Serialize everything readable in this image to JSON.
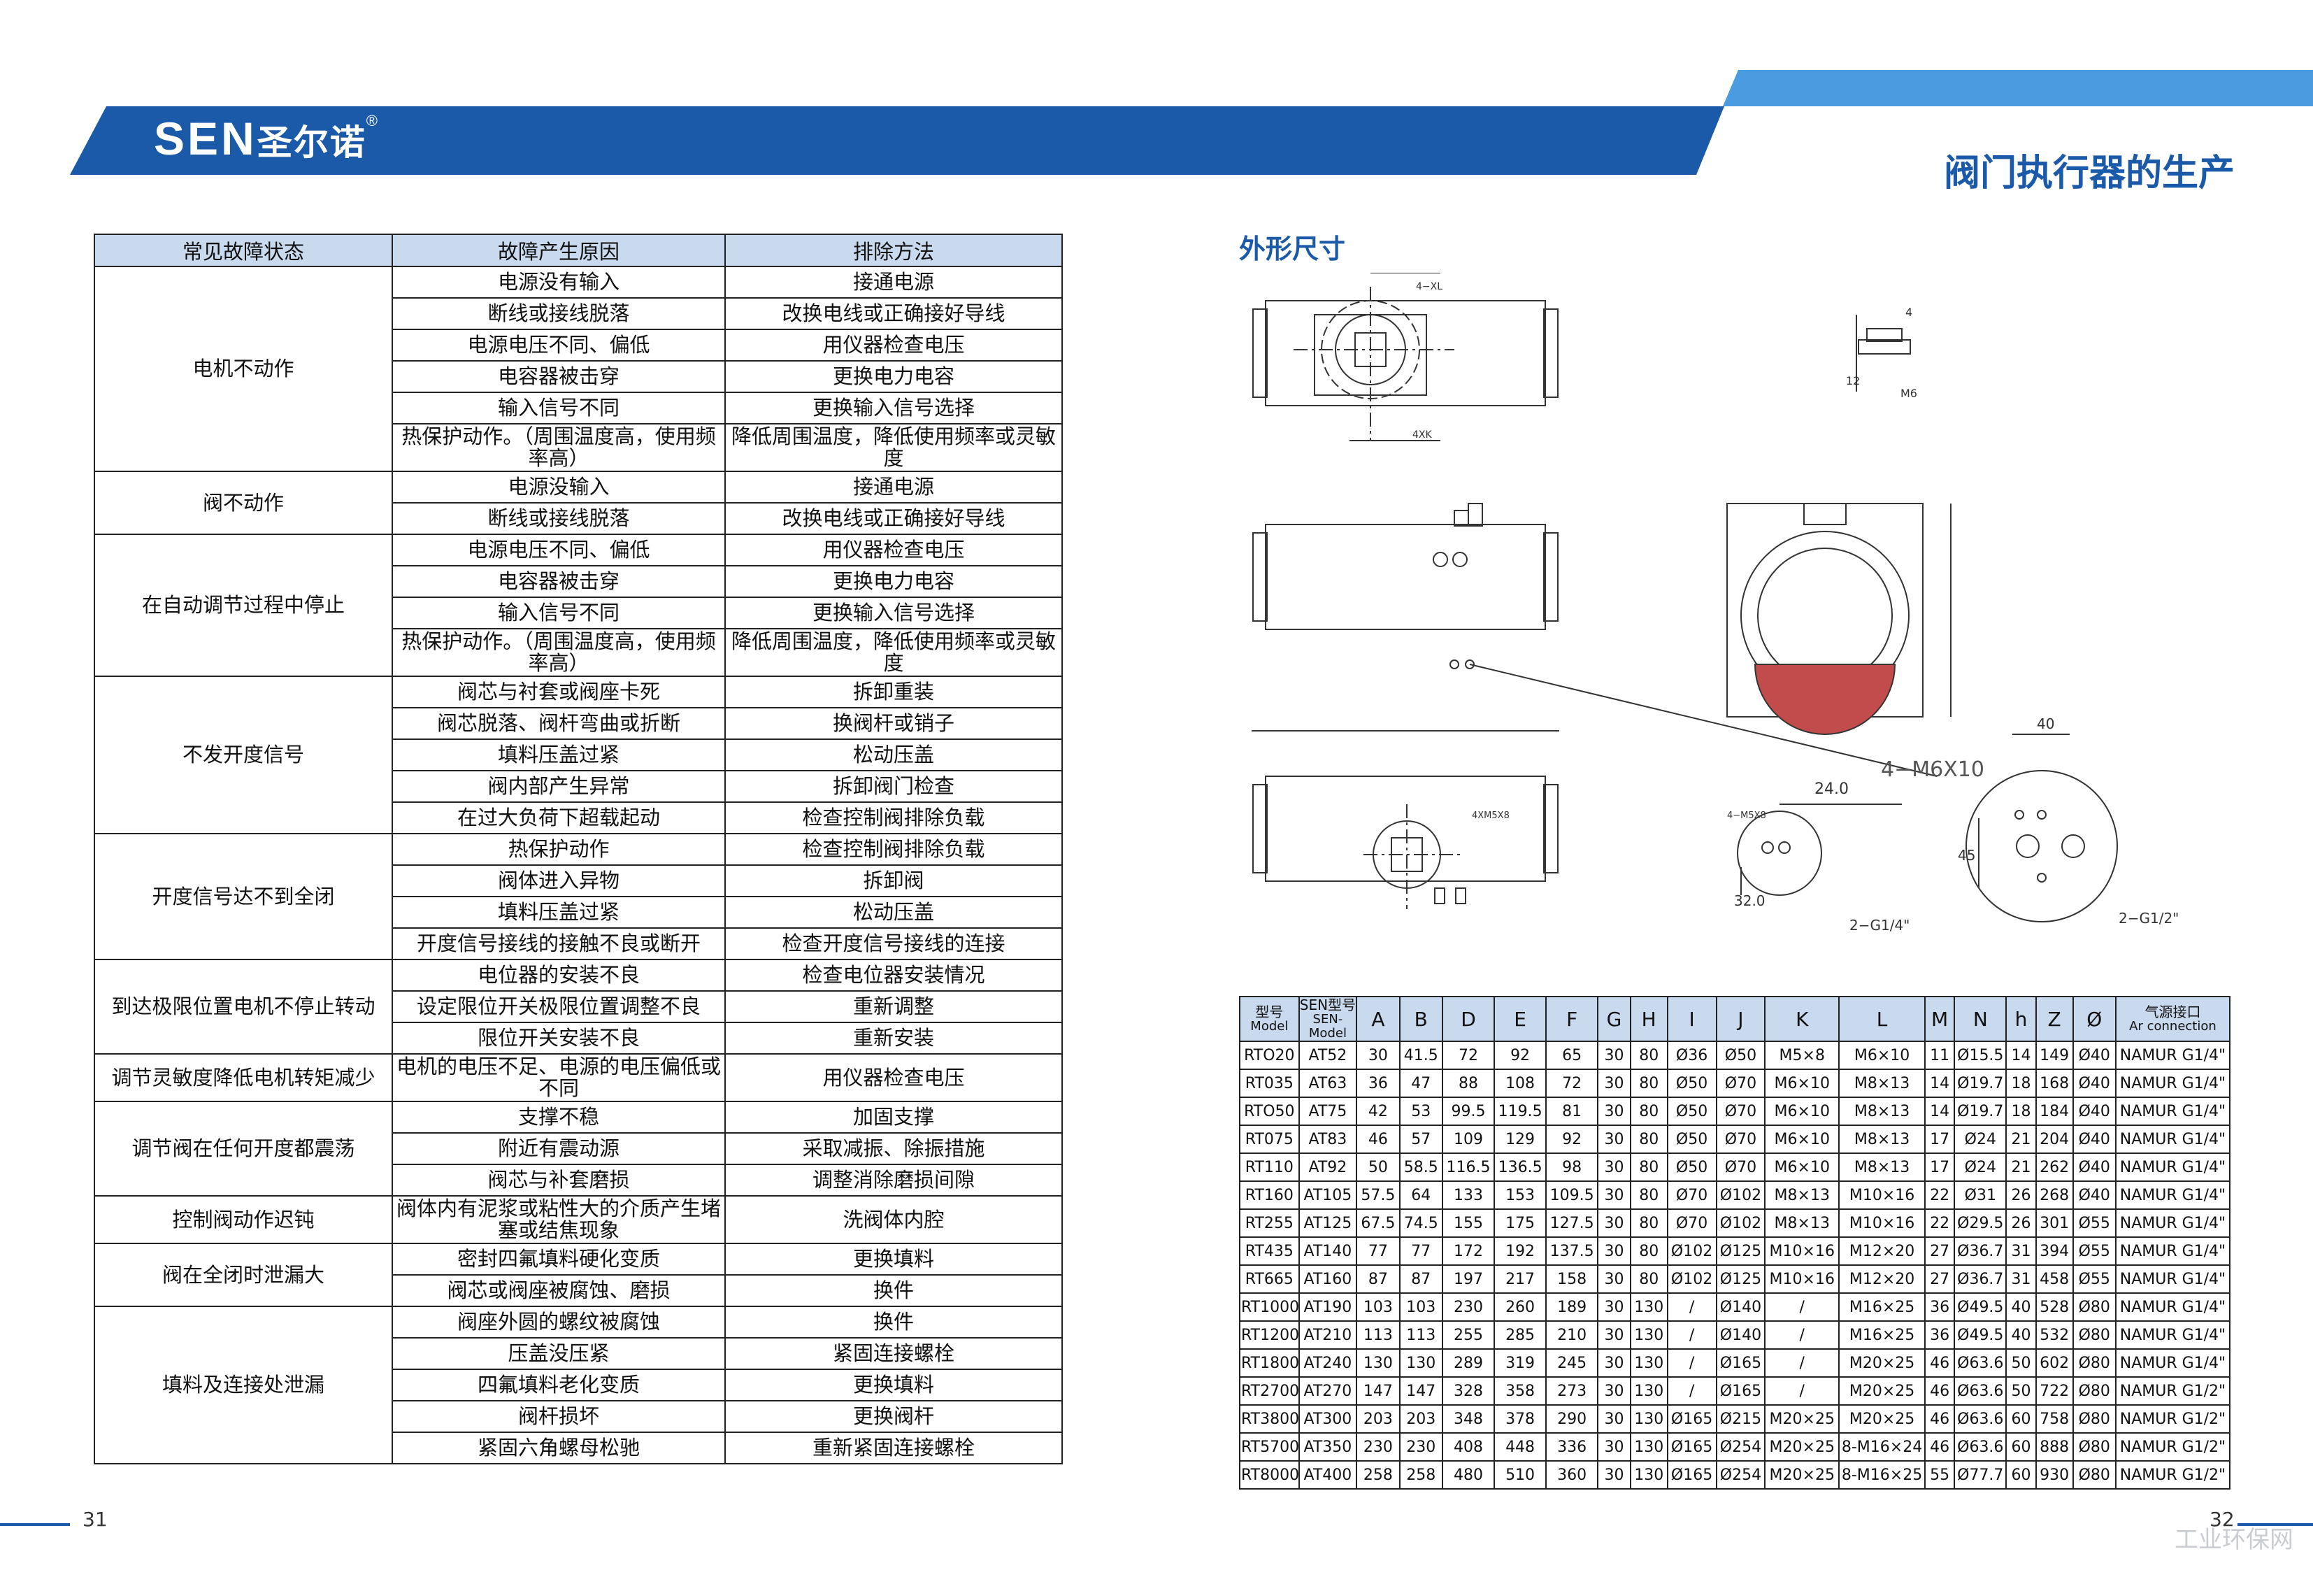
{
  "header": {
    "logo_text": "SEN",
    "logo_cn": "圣尔诺",
    "logo_mark": "®",
    "title": "阀门执行器的生产"
  },
  "fault_table": {
    "columns": [
      "常见故障状态",
      "故障产生原因",
      "排除方法"
    ],
    "groups": [
      {
        "status": "电机不动作",
        "rows": [
          [
            "电源没有输入",
            "接通电源"
          ],
          [
            "断线或接线脱落",
            "改换电线或正确接好导线"
          ],
          [
            "电源电压不同、偏低",
            "用仪器检查电压"
          ],
          [
            "电容器被击穿",
            "更换电力电容"
          ],
          [
            "输入信号不同",
            "更换输入信号选择"
          ],
          [
            "热保护动作。（周围温度高，使用频率高）",
            "降低周围温度，降低使用频率或灵敏度"
          ]
        ]
      },
      {
        "status": "阀不动作",
        "rows": [
          [
            "电源没输入",
            "接通电源"
          ],
          [
            "断线或接线脱落",
            "改换电线或正确接好导线"
          ]
        ]
      },
      {
        "status": "在自动调节过程中停止",
        "rows": [
          [
            "电源电压不同、偏低",
            "用仪器检查电压"
          ],
          [
            "电容器被击穿",
            "更换电力电容"
          ],
          [
            "输入信号不同",
            "更换输入信号选择"
          ],
          [
            "热保护动作。（周围温度高，使用频率高）",
            "降低周围温度，降低使用频率或灵敏度"
          ]
        ]
      },
      {
        "status": "不发开度信号",
        "rows": [
          [
            "阀芯与衬套或阀座卡死",
            "拆卸重装"
          ],
          [
            "阀芯脱落、阀杆弯曲或折断",
            "换阀杆或销子"
          ],
          [
            "填料压盖过紧",
            "松动压盖"
          ],
          [
            "阀内部产生异常",
            "拆卸阀门检查"
          ],
          [
            "在过大负荷下超载起动",
            "检查控制阀排除负载"
          ]
        ]
      },
      {
        "status": "开度信号达不到全闭",
        "rows": [
          [
            "热保护动作",
            "检查控制阀排除负载"
          ],
          [
            "阀体进入异物",
            "拆卸阀"
          ],
          [
            "填料压盖过紧",
            "松动压盖"
          ],
          [
            "开度信号接线的接触不良或断开",
            "检查开度信号接线的连接"
          ]
        ]
      },
      {
        "status": "到达极限位置电机不停止转动",
        "rows": [
          [
            "电位器的安装不良",
            "检查电位器安装情况"
          ],
          [
            "设定限位开关极限位置调整不良",
            "重新调整"
          ],
          [
            "限位开关安装不良",
            "重新安装"
          ]
        ]
      },
      {
        "status": "调节灵敏度降低电机转矩减少",
        "rows": [
          [
            "电机的电压不足、电源的电压偏低或不同",
            "用仪器检查电压"
          ]
        ]
      },
      {
        "status": "调节阀在任何开度都震荡",
        "rows": [
          [
            "支撑不稳",
            "加固支撑"
          ],
          [
            "附近有震动源",
            "采取减振、除振措施"
          ],
          [
            "阀芯与补套磨损",
            "调整消除磨损间隙"
          ]
        ]
      },
      {
        "status": "控制阀动作迟钝",
        "rows": [
          [
            "阀体内有泥浆或粘性大的介质产生堵塞或结焦现象",
            "洗阀体内腔"
          ]
        ]
      },
      {
        "status": "阀在全闭时泄漏大",
        "rows": [
          [
            "密封四氟填料硬化变质",
            "更换填料"
          ],
          [
            "阀芯或阀座被腐蚀、磨损",
            "换件"
          ]
        ]
      },
      {
        "status": "填料及连接处泄漏",
        "rows": [
          [
            "阀座外圆的螺纹被腐蚀",
            "换件"
          ],
          [
            "压盖没压紧",
            "紧固连接螺栓"
          ],
          [
            "四氟填料老化变质",
            "更换填料"
          ],
          [
            "阀杆损坏",
            "更换阀杆"
          ],
          [
            "紧固六角螺母松驰",
            "重新紧固连接螺栓"
          ]
        ]
      }
    ]
  },
  "dimensions_section": {
    "title": "外形尺寸",
    "drawing_labels": {
      "m6_10": "4−M6X10",
      "m5_8": "4−M5X8",
      "d24": "24.0",
      "d32": "32.0",
      "d40": "40",
      "d45": "45",
      "g14": "2−G1/4\"",
      "g12": "2−G1/2\"",
      "m6": "M6",
      "n12": "12",
      "n4": "4",
      "xl": "4−XL",
      "xk": "4XK",
      "xy": "4XM5X8"
    }
  },
  "spec_table": {
    "headers": [
      {
        "main": "型号",
        "sub": "Model"
      },
      {
        "main": "SEN型号",
        "sub": "SEN-Model"
      },
      {
        "main": "A"
      },
      {
        "main": "B"
      },
      {
        "main": "D"
      },
      {
        "main": "E"
      },
      {
        "main": "F"
      },
      {
        "main": "G"
      },
      {
        "main": "H"
      },
      {
        "main": "I"
      },
      {
        "main": "J"
      },
      {
        "main": "K"
      },
      {
        "main": "L"
      },
      {
        "main": "M"
      },
      {
        "main": "N"
      },
      {
        "main": "h"
      },
      {
        "main": "Z"
      },
      {
        "main": "Ø"
      },
      {
        "main": "气源接口",
        "sub": "Ar connection"
      }
    ],
    "rows": [
      [
        "RTO20",
        "AT52",
        "30",
        "41.5",
        "72",
        "92",
        "65",
        "30",
        "80",
        "Ø36",
        "Ø50",
        "M5×8",
        "M6×10",
        "11",
        "Ø15.5",
        "14",
        "149",
        "Ø40",
        "NAMUR G1/4\""
      ],
      [
        "RT035",
        "AT63",
        "36",
        "47",
        "88",
        "108",
        "72",
        "30",
        "80",
        "Ø50",
        "Ø70",
        "M6×10",
        "M8×13",
        "14",
        "Ø19.7",
        "18",
        "168",
        "Ø40",
        "NAMUR G1/4\""
      ],
      [
        "RTO50",
        "AT75",
        "42",
        "53",
        "99.5",
        "119.5",
        "81",
        "30",
        "80",
        "Ø50",
        "Ø70",
        "M6×10",
        "M8×13",
        "14",
        "Ø19.7",
        "18",
        "184",
        "Ø40",
        "NAMUR G1/4\""
      ],
      [
        "RT075",
        "AT83",
        "46",
        "57",
        "109",
        "129",
        "92",
        "30",
        "80",
        "Ø50",
        "Ø70",
        "M6×10",
        "M8×13",
        "17",
        "Ø24",
        "21",
        "204",
        "Ø40",
        "NAMUR G1/4\""
      ],
      [
        "RT110",
        "AT92",
        "50",
        "58.5",
        "116.5",
        "136.5",
        "98",
        "30",
        "80",
        "Ø50",
        "Ø70",
        "M6×10",
        "M8×13",
        "17",
        "Ø24",
        "21",
        "262",
        "Ø40",
        "NAMUR G1/4\""
      ],
      [
        "RT160",
        "AT105",
        "57.5",
        "64",
        "133",
        "153",
        "109.5",
        "30",
        "80",
        "Ø70",
        "Ø102",
        "M8×13",
        "M10×16",
        "22",
        "Ø31",
        "26",
        "268",
        "Ø40",
        "NAMUR G1/4\""
      ],
      [
        "RT255",
        "AT125",
        "67.5",
        "74.5",
        "155",
        "175",
        "127.5",
        "30",
        "80",
        "Ø70",
        "Ø102",
        "M8×13",
        "M10×16",
        "22",
        "Ø29.5",
        "26",
        "301",
        "Ø55",
        "NAMUR G1/4\""
      ],
      [
        "RT435",
        "AT140",
        "77",
        "77",
        "172",
        "192",
        "137.5",
        "30",
        "80",
        "Ø102",
        "Ø125",
        "M10×16",
        "M12×20",
        "27",
        "Ø36.7",
        "31",
        "394",
        "Ø55",
        "NAMUR G1/4\""
      ],
      [
        "RT665",
        "AT160",
        "87",
        "87",
        "197",
        "217",
        "158",
        "30",
        "80",
        "Ø102",
        "Ø125",
        "M10×16",
        "M12×20",
        "27",
        "Ø36.7",
        "31",
        "458",
        "Ø55",
        "NAMUR G1/4\""
      ],
      [
        "RT1000",
        "AT190",
        "103",
        "103",
        "230",
        "260",
        "189",
        "30",
        "130",
        "/",
        "Ø140",
        "/",
        "M16×25",
        "36",
        "Ø49.5",
        "40",
        "528",
        "Ø80",
        "NAMUR G1/4\""
      ],
      [
        "RT1200",
        "AT210",
        "113",
        "113",
        "255",
        "285",
        "210",
        "30",
        "130",
        "/",
        "Ø140",
        "/",
        "M16×25",
        "36",
        "Ø49.5",
        "40",
        "532",
        "Ø80",
        "NAMUR G1/4\""
      ],
      [
        "RT1800",
        "AT240",
        "130",
        "130",
        "289",
        "319",
        "245",
        "30",
        "130",
        "/",
        "Ø165",
        "/",
        "M20×25",
        "46",
        "Ø63.6",
        "50",
        "602",
        "Ø80",
        "NAMUR G1/4\""
      ],
      [
        "RT2700",
        "AT270",
        "147",
        "147",
        "328",
        "358",
        "273",
        "30",
        "130",
        "/",
        "Ø165",
        "/",
        "M20×25",
        "46",
        "Ø63.6",
        "50",
        "722",
        "Ø80",
        "NAMUR G1/2\""
      ],
      [
        "RT3800",
        "AT300",
        "203",
        "203",
        "348",
        "378",
        "290",
        "30",
        "130",
        "Ø165",
        "Ø215",
        "M20×25",
        "M20×25",
        "46",
        "Ø63.6",
        "60",
        "758",
        "Ø80",
        "NAMUR G1/2\""
      ],
      [
        "RT5700",
        "AT350",
        "230",
        "230",
        "408",
        "448",
        "336",
        "30",
        "130",
        "Ø165",
        "Ø254",
        "M20×25",
        "8-M16×24",
        "46",
        "Ø63.6",
        "60",
        "888",
        "Ø80",
        "NAMUR G1/2\""
      ],
      [
        "RT8000",
        "AT400",
        "258",
        "258",
        "480",
        "510",
        "360",
        "30",
        "130",
        "Ø165",
        "Ø254",
        "M20×25",
        "8-M16×25",
        "55",
        "Ø77.7",
        "60",
        "930",
        "Ø80",
        "NAMUR G1/2\""
      ]
    ]
  },
  "footer": {
    "page_left": "31",
    "page_right": "32",
    "watermark": "工业环保网"
  }
}
